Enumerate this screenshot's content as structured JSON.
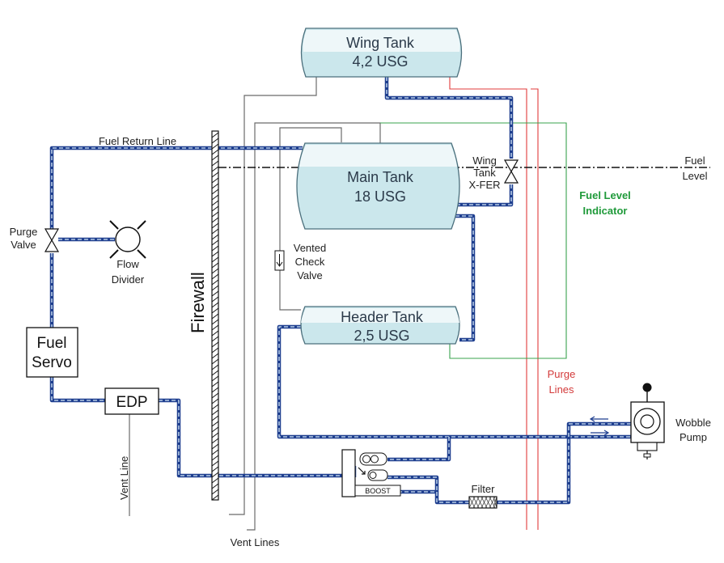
{
  "tanks": {
    "wing": {
      "name": "Wing Tank",
      "capacity": "4,2 USG"
    },
    "main": {
      "name": "Main Tank",
      "capacity": "18 USG"
    },
    "header": {
      "name": "Header Tank",
      "capacity": "2,5 USG"
    }
  },
  "components": {
    "fuel_servo_line1": "Fuel",
    "fuel_servo_line2": "Servo",
    "edp": "EDP",
    "firewall": "Firewall",
    "boost": "BOOST"
  },
  "labels": {
    "fuel_return_line": "Fuel Return Line",
    "purge_valve_1": "Purge",
    "purge_valve_2": "Valve",
    "flow_divider_1": "Flow",
    "flow_divider_2": "Divider",
    "vented_check_valve_1": "Vented",
    "vented_check_valve_2": "Check",
    "vented_check_valve_3": "Valve",
    "wing_tank_xfer_1": "Wing",
    "wing_tank_xfer_2": "Tank",
    "wing_tank_xfer_3": "X-FER",
    "fuel_level_1": "Fuel",
    "fuel_level_2": "Level",
    "fuel_level_indicator_1": "Fuel Level",
    "fuel_level_indicator_2": "Indicator",
    "purge_lines_1": "Purge",
    "purge_lines_2": "Lines",
    "wobble_pump_1": "Wobble",
    "wobble_pump_2": "Pump",
    "vent_line": "Vent Line",
    "vent_lines": "Vent Lines",
    "filter": "Filter"
  },
  "colors": {
    "fuel_line": "#1f3f8f",
    "tank_fill": "#cbe7ec",
    "purge_line": "#e23b3b",
    "level_indicator": "#3aa34e",
    "vent_line": "#6b6b6b"
  }
}
